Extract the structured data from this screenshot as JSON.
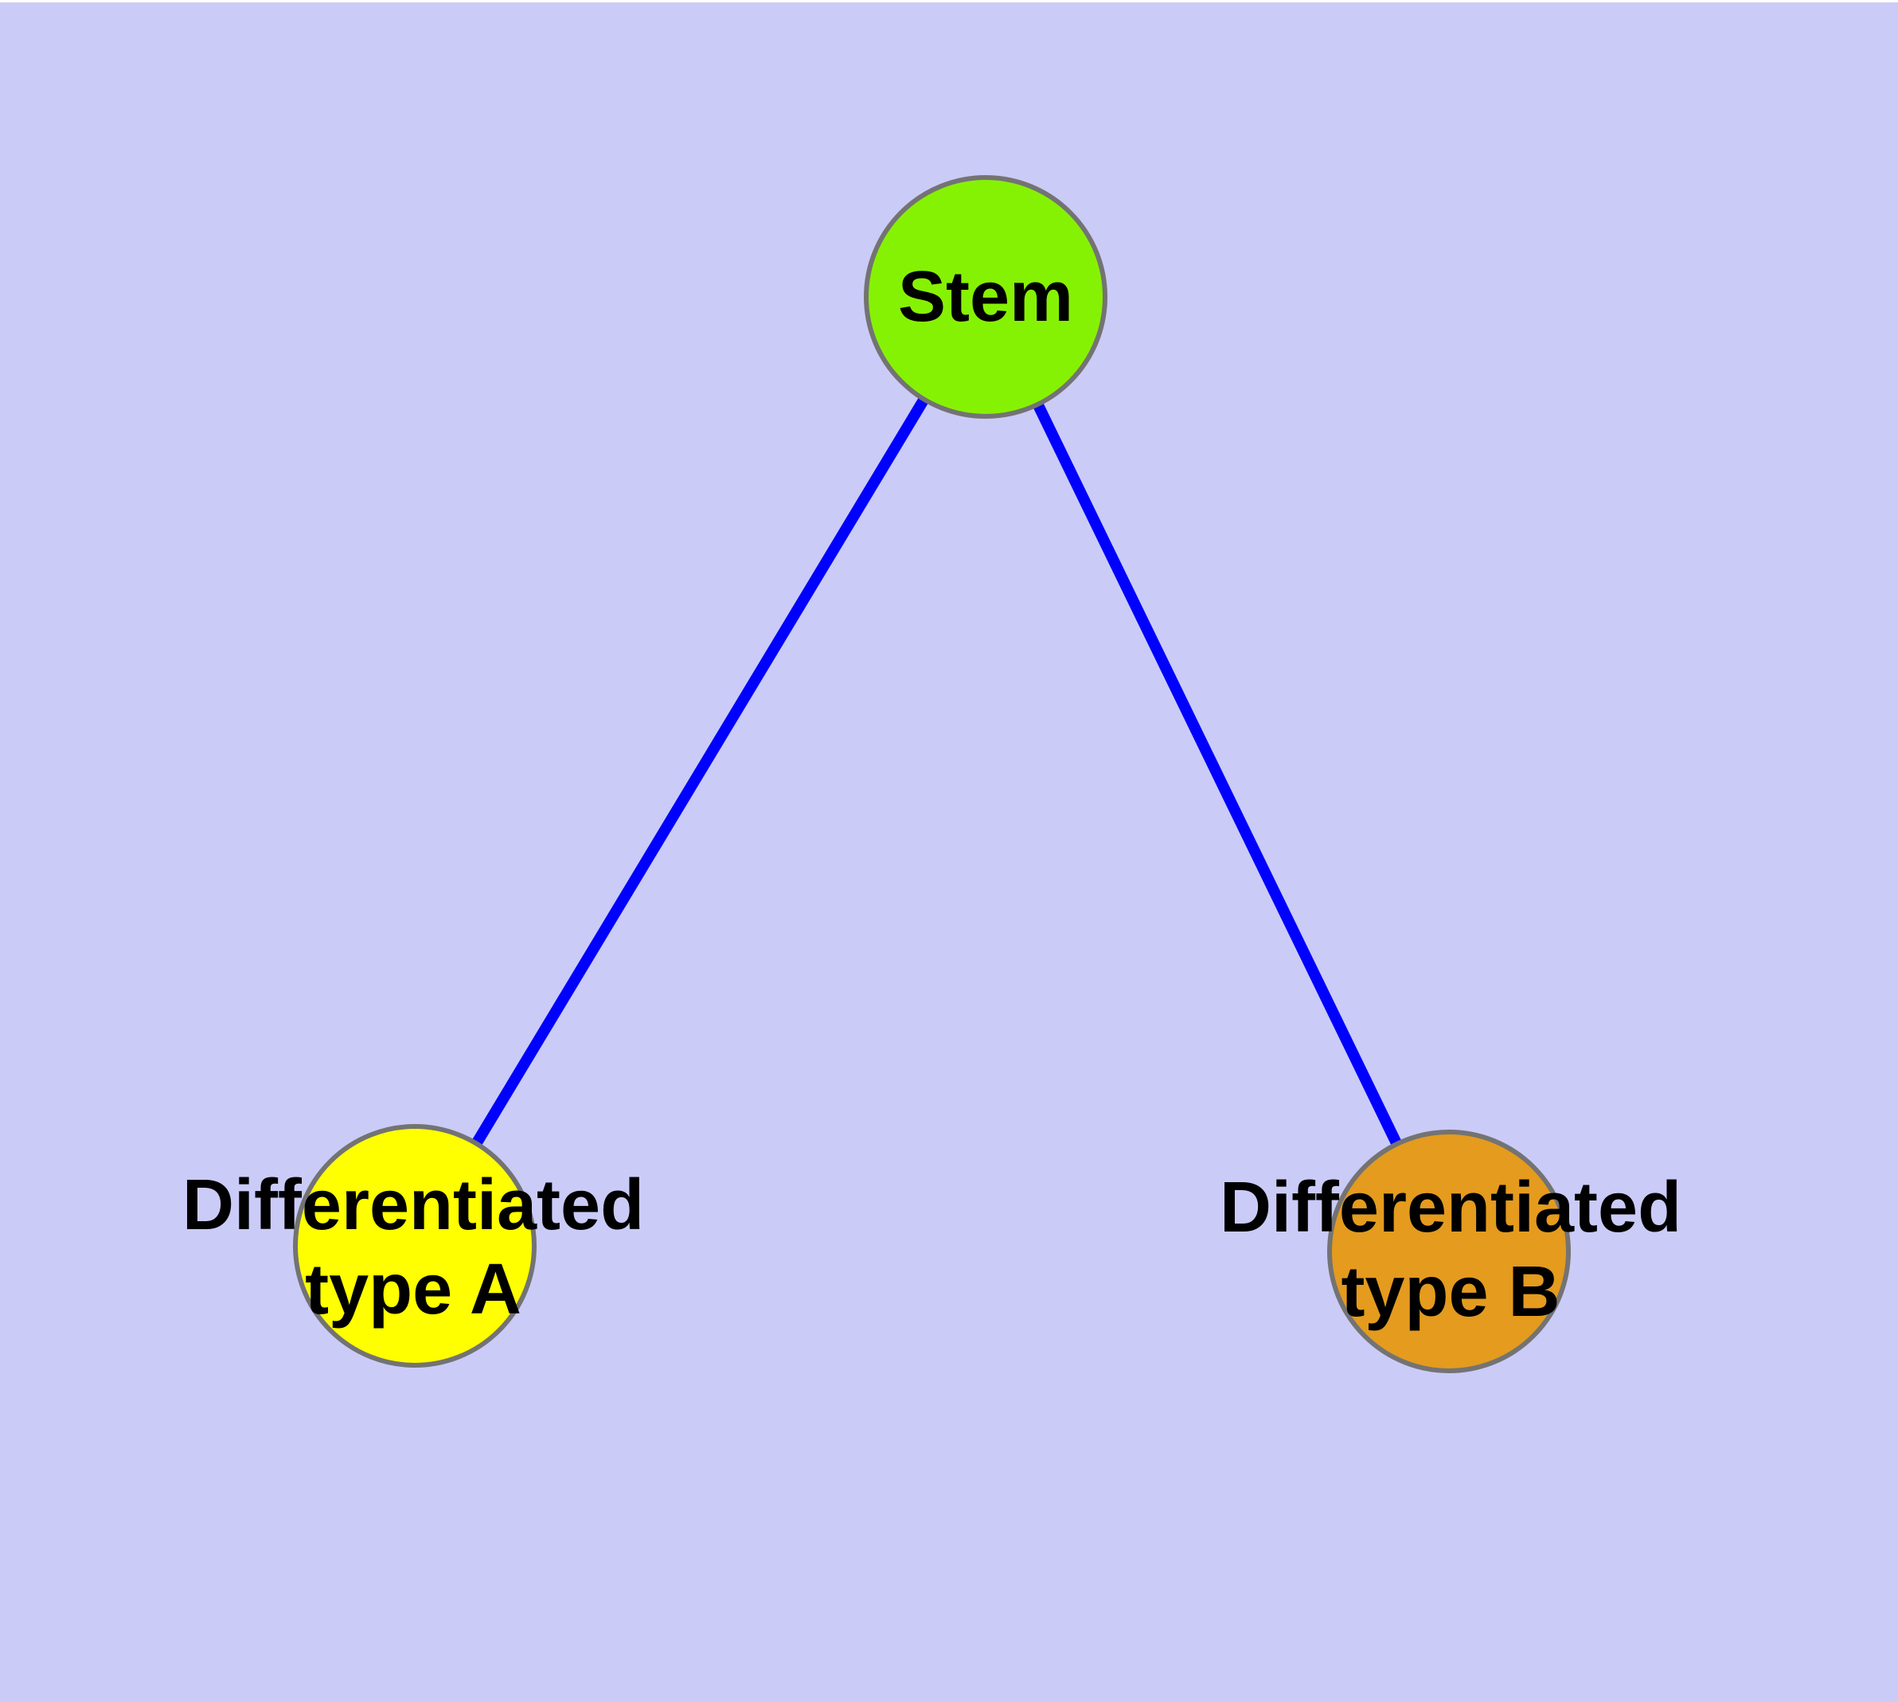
{
  "diagram": {
    "background_color": "#CBCBF8",
    "top_strip_color": "#FFFFFF",
    "edge_color": "#0000FF",
    "node_border_color": "#737373",
    "label_color": "#000000",
    "nodes": {
      "stem": {
        "label": "Stem",
        "fill_color": "#86F203"
      },
      "type_a": {
        "label_line1": "Differentiated",
        "label_line2": "type A",
        "fill_color": "#FFFF00"
      },
      "type_b": {
        "label_line1": "Differentiated",
        "label_line2": "type B",
        "fill_color": "#E49B1E"
      }
    },
    "edges": [
      {
        "from": "Stem",
        "to": "Differentiated type A"
      },
      {
        "from": "Stem",
        "to": "Differentiated type B"
      }
    ]
  }
}
